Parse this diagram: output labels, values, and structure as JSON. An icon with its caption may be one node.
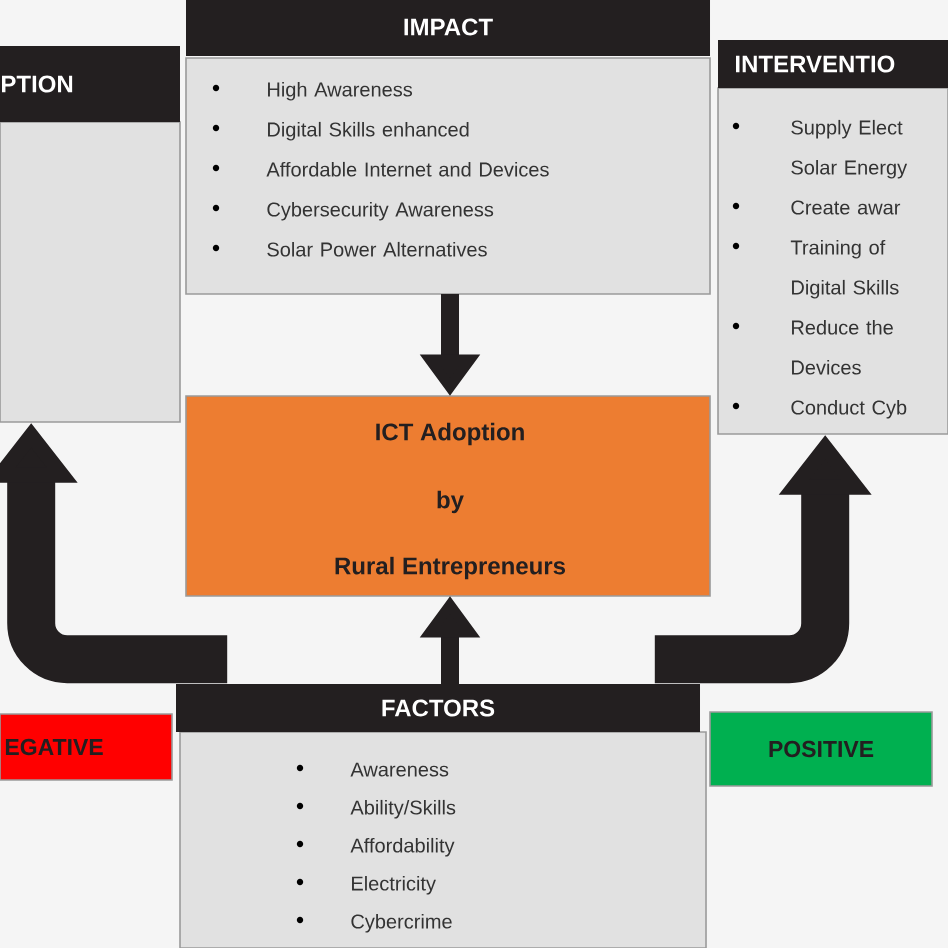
{
  "diagram": {
    "nodes": [
      {
        "text": [
          "PTION"
        ]
      },
      {
        "text": [
          "IMPACT",
          "High Awareness",
          "Digital Skills enhanced",
          "Affordable Internet and Devices",
          "Cybersecurity Awareness",
          "Solar Power Alternatives"
        ]
      },
      {
        "text": [
          "INTERVENTIO",
          "Supply Elect Solar Energy",
          "Create awar",
          "Training of Digital Skills",
          "Reduce the Devices",
          "Conduct Cyb"
        ]
      },
      {
        "text": [
          "ICT Adoption",
          "by",
          "Rural Entrepreneurs"
        ]
      },
      {
        "text": [
          "FACTORS",
          "Awareness",
          "Ability/Skills",
          "Affordability",
          "Electricity",
          "Cybercrime"
        ]
      },
      {
        "text": [
          "EGATIVE"
        ]
      },
      {
        "text": [
          "POSITIVE"
        ]
      }
    ],
    "edges": [
      {
        "from": 1,
        "to": 3,
        "arrow": "to"
      },
      {
        "from": 4,
        "to": 3,
        "arrow": "to"
      },
      {
        "from": 4,
        "to": 0,
        "arrow": "to",
        "style": "thick"
      },
      {
        "from": 4,
        "to": 2,
        "arrow": "to",
        "style": "thick"
      }
    ]
  }
}
